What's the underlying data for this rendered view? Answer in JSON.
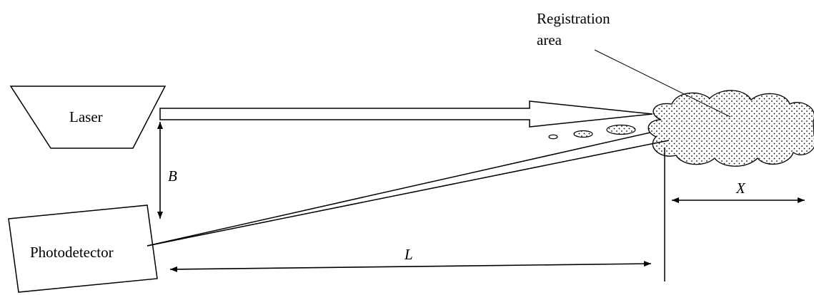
{
  "labels": {
    "laser": "Laser",
    "photodetector": "Photodetector",
    "registration_area_line1": "Registration",
    "registration_area_line2": "area",
    "baseline": "B",
    "distance": "L",
    "range": "X"
  },
  "colors": {
    "stroke": "#000000",
    "background": "#ffffff"
  }
}
